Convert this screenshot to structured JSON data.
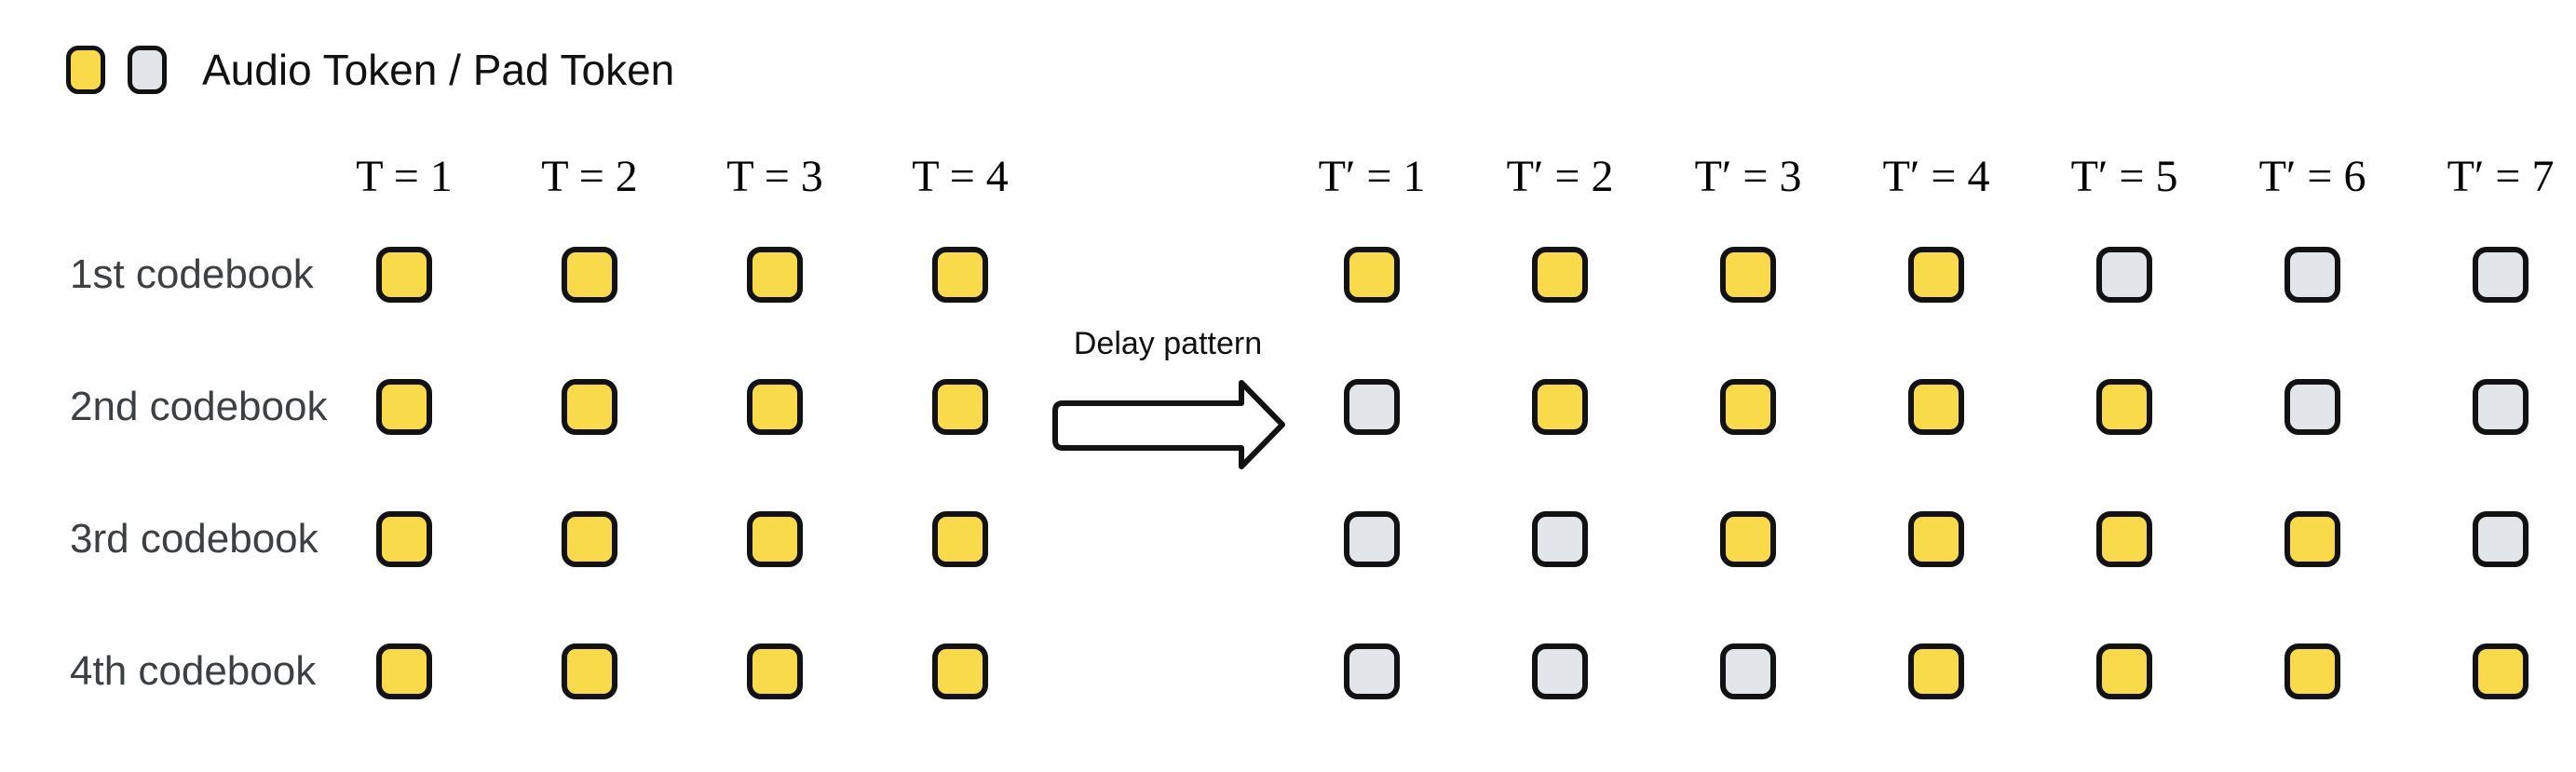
{
  "legend": {
    "swatches": [
      {
        "name": "audio-token-swatch",
        "type": "audio"
      },
      {
        "name": "pad-token-swatch",
        "type": "pad"
      }
    ],
    "label": "Audio Token / Pad Token"
  },
  "arrow": {
    "label": "Delay pattern"
  },
  "colors": {
    "audio": "#F8DA4B",
    "pad": "#E2E5E9",
    "border": "#121212",
    "row_label_text": "#3C4043",
    "text": "#111111"
  },
  "left_grid": {
    "columns": [
      "T = 1",
      "T = 2",
      "T = 3",
      "T = 4"
    ],
    "rows": [
      {
        "label": "1st codebook",
        "tokens": [
          "audio",
          "audio",
          "audio",
          "audio"
        ]
      },
      {
        "label": "2nd codebook",
        "tokens": [
          "audio",
          "audio",
          "audio",
          "audio"
        ]
      },
      {
        "label": "3rd codebook",
        "tokens": [
          "audio",
          "audio",
          "audio",
          "audio"
        ]
      },
      {
        "label": "4th codebook",
        "tokens": [
          "audio",
          "audio",
          "audio",
          "audio"
        ]
      }
    ]
  },
  "right_grid": {
    "columns": [
      "T′ = 1",
      "T′ = 2",
      "T′ = 3",
      "T′ = 4",
      "T′ = 5",
      "T′ = 6",
      "T′ = 7"
    ],
    "rows": [
      {
        "tokens": [
          "audio",
          "audio",
          "audio",
          "audio",
          "pad",
          "pad",
          "pad"
        ]
      },
      {
        "tokens": [
          "pad",
          "audio",
          "audio",
          "audio",
          "audio",
          "pad",
          "pad"
        ]
      },
      {
        "tokens": [
          "pad",
          "pad",
          "audio",
          "audio",
          "audio",
          "audio",
          "pad"
        ]
      },
      {
        "tokens": [
          "pad",
          "pad",
          "pad",
          "audio",
          "audio",
          "audio",
          "audio"
        ]
      }
    ]
  }
}
